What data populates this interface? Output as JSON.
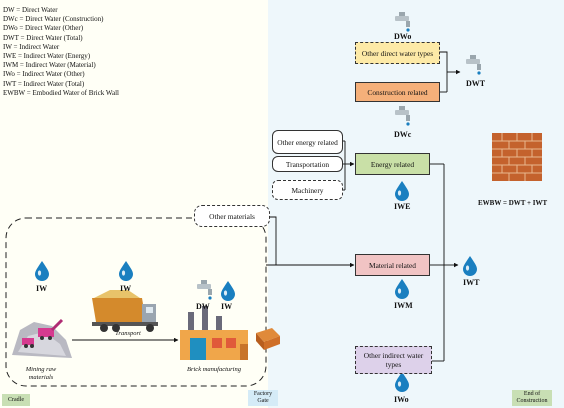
{
  "legend": [
    "DW    = Direct Water",
    "DWc  = Direct Water (Construction)",
    "DWo  = Direct Water (Other)",
    "DWT  = Direct Water (Total)",
    "IW    = Indirect Water",
    "IWE  = Indirect Water (Energy)",
    "IWM  = Indirect Water (Material)",
    "IWo  = Indirect Water (Other)",
    "IWT  = Indirect Water (Total)",
    "EWBW = Embodied Water of Brick Wall"
  ],
  "stages": {
    "cradle": "Cradle",
    "factory_gate": "Factory Gate",
    "end": "End of Construction"
  },
  "boxes": {
    "other_direct": "Other direct water types",
    "construction": "Construction related",
    "other_energy": "Other energy related",
    "transportation": "Transportation",
    "machinery": "Machinery",
    "energy_related": "Energy related",
    "other_materials": "Other materials",
    "material_related": "Material related",
    "other_indirect": "Other indirect water types"
  },
  "labels": {
    "dwo": "DWo",
    "dwc": "DWc",
    "dwt": "DWT",
    "iwe": "IWE",
    "iwm": "IWM",
    "iwt": "IWT",
    "iwo": "IWo",
    "iw1": "IW",
    "iw2": "IW",
    "dw3": "DW",
    "iw3": "IW",
    "formula": "EWBW = DWT + IWT"
  },
  "captions": {
    "mining": "Mining raw materials",
    "transport": "Transport",
    "brick": "Brick manufacturing"
  },
  "colors": {
    "other_direct": "#fdeaa7",
    "construction": "#f5b07a",
    "energy": "#c9e0a7",
    "material": "#f1c4c4",
    "other_indirect": "#ddd1ea",
    "drop": "#1a7fc0"
  }
}
